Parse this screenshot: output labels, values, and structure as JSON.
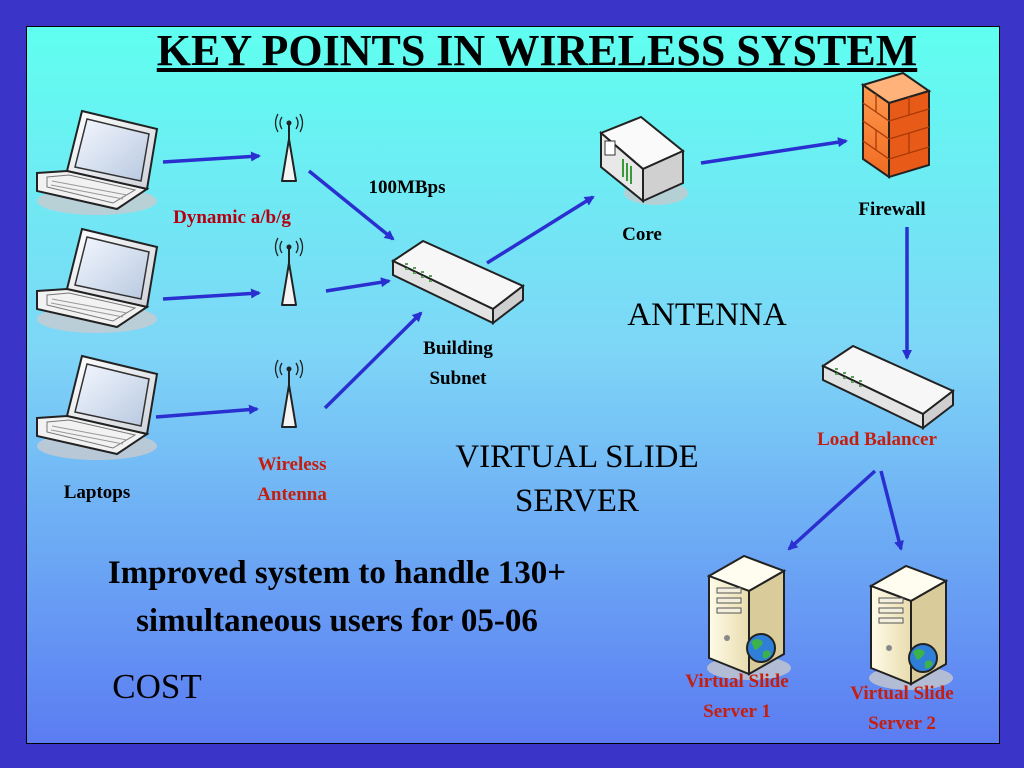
{
  "title": "KEY POINTS IN WIRELESS SYSTEM",
  "labels": {
    "dynamic": "Dynamic a/b/g",
    "speed": "100MBps",
    "core": "Core",
    "firewall": "Firewall",
    "building_l1": "Building",
    "building_l2": "Subnet",
    "antenna_heading": "ANTENNA",
    "load_balancer": "Load Balancer",
    "wireless_l1": "Wireless",
    "wireless_l2": "Antenna",
    "laptops": "Laptops",
    "vss_l1": "VIRTUAL SLIDE",
    "vss_l2": "SERVER",
    "server1_l1": "Virtual Slide",
    "server1_l2": "Server 1",
    "server2_l1": "Virtual Slide",
    "server2_l2": "Server 2"
  },
  "body_text": {
    "line1": "Improved system to handle 130+",
    "line2": "simultaneous users for 05-06",
    "cost": "COST"
  },
  "colors": {
    "arrow": "#2a2fd0",
    "red_label": "#c41e0f"
  }
}
